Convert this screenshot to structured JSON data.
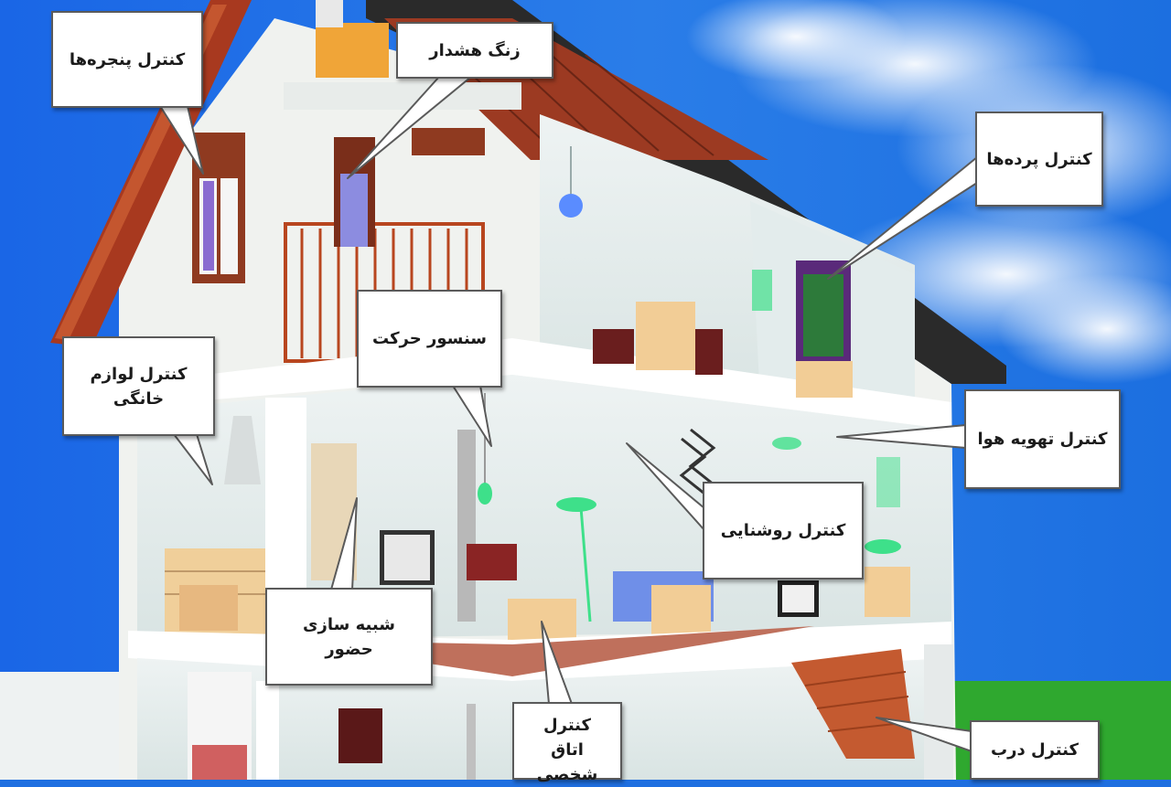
{
  "labels": {
    "window_control": "کنترل پنجره‌ها",
    "alarm_bell": "زنگ هشدار",
    "curtain_control": "کنترل پرده‌ها",
    "motion_sensor": "سنسور حرکت",
    "appliance_control": "کنترل لوازم خانگی",
    "ventilation_control": "کنترل تهویه هوا",
    "lighting_control": "کنترل روشنایی",
    "presence_simulation": "شبیه سازی حضور",
    "private_room_control": "کنترل اتاق شخصی",
    "door_control": "کنترل درب"
  },
  "colors": {
    "sky": "#1f6fe0",
    "roof": "#a8391f",
    "wall": "#f1f1ee",
    "grass": "#2fa82f",
    "floor": "#b8604a",
    "lamp_green": "#3ee08a",
    "lamp_blue": "#5a8cff"
  }
}
